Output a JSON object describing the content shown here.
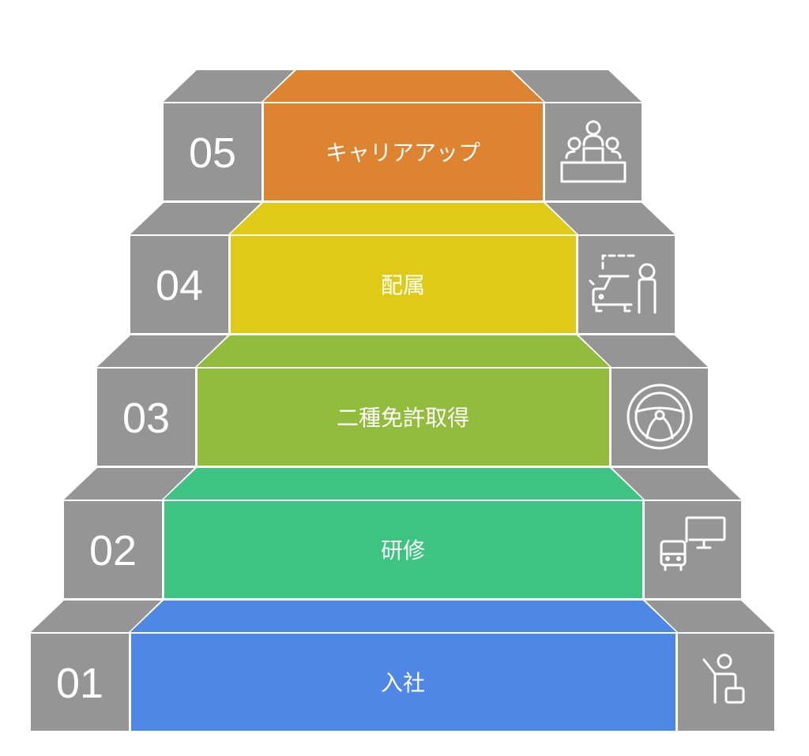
{
  "diagram": {
    "type": "staircase",
    "gray": "#959595",
    "steps": [
      {
        "number": "01",
        "label": "入社",
        "color": "#4F87E6",
        "icon": "person-briefcase-icon"
      },
      {
        "number": "02",
        "label": "研修",
        "color": "#3EC482",
        "icon": "bus-monitor-icon"
      },
      {
        "number": "03",
        "label": "二種免許取得",
        "color": "#92BC3B",
        "icon": "steering-wheel-icon"
      },
      {
        "number": "04",
        "label": "配属",
        "color": "#DFCB16",
        "icon": "car-person-icon"
      },
      {
        "number": "05",
        "label": "キャリアアップ",
        "color": "#DE8330",
        "icon": "podium-people-icon"
      }
    ]
  }
}
